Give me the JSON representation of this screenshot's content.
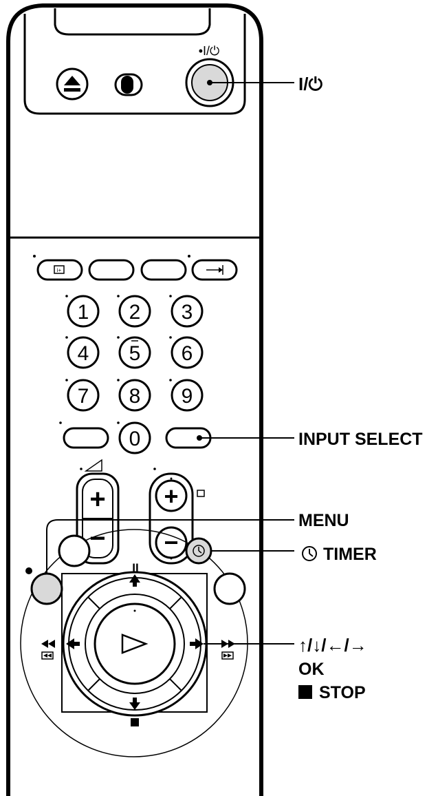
{
  "callouts": {
    "power": "I/⏻",
    "input_select": "INPUT SELECT",
    "menu": "MENU",
    "timer": "TIMER",
    "arrows_line1": "↑/↓/←/→",
    "ok": "OK",
    "stop": "STOP"
  },
  "remote": {
    "power_marking": "•I/⏻",
    "pause_mark": "II",
    "digits": [
      "1",
      "2",
      "3",
      "4",
      "5",
      "6",
      "7",
      "8",
      "9",
      "0"
    ]
  },
  "icons": {
    "eject": "eject-icon",
    "slide_switch": "switch-icon",
    "power": "power-icon",
    "timer": "clock-icon",
    "stop": "stop-square-icon",
    "play": "play-triangle-icon"
  }
}
